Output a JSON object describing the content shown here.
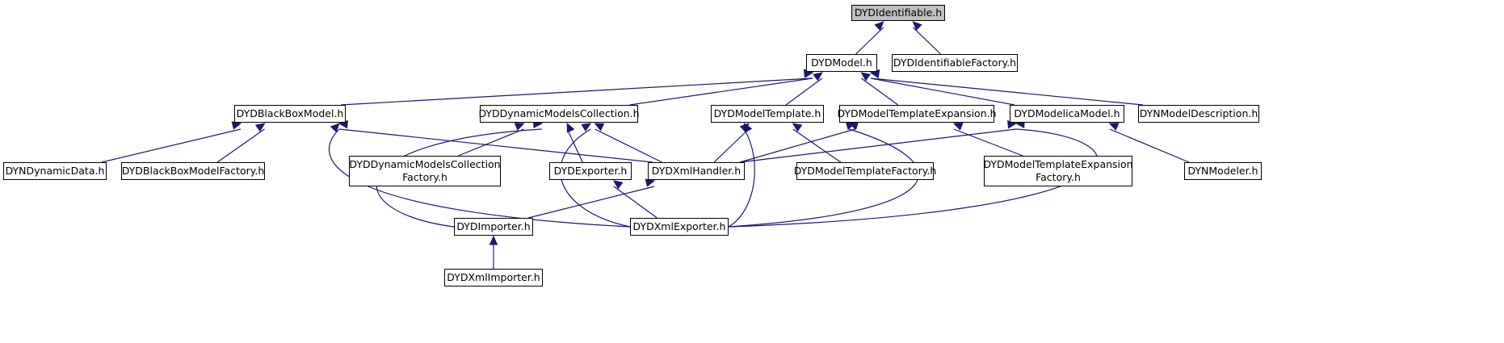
{
  "diagram": {
    "type": "include-dependency-graph",
    "colors": {
      "edge": "#191970",
      "node_border": "#000000",
      "root_fill": "#bfbfbf",
      "node_fill": "#ffffff"
    },
    "nodes": [
      {
        "id": "identifiable",
        "label": "DYDIdentifiable.h",
        "root": true
      },
      {
        "id": "model",
        "label": "DYDModel.h"
      },
      {
        "id": "idfactory",
        "label": "DYDIdentifiableFactory.h"
      },
      {
        "id": "blackbox",
        "label": "DYDBlackBoxModel.h"
      },
      {
        "id": "dynmodcoll",
        "label": "DYDDynamicModelsCollection.h"
      },
      {
        "id": "modeltemplate",
        "label": "DYDModelTemplate.h"
      },
      {
        "id": "mtexpansion",
        "label": "DYDModelTemplateExpansion.h"
      },
      {
        "id": "modelica",
        "label": "DYDModelicaModel.h"
      },
      {
        "id": "dynmodeldesc",
        "label": "DYNModelDescription.h"
      },
      {
        "id": "dyndata",
        "label": "DYNDynamicData.h"
      },
      {
        "id": "bbfactory",
        "label": "DYDBlackBoxModelFactory.h"
      },
      {
        "id": "dmcfactory",
        "label": "DYDDynamicModelsCollection\nFactory.h"
      },
      {
        "id": "exporter",
        "label": "DYDExporter.h"
      },
      {
        "id": "xmlhandler",
        "label": "DYDXmlHandler.h"
      },
      {
        "id": "mtfactory",
        "label": "DYDModelTemplateFactory.h"
      },
      {
        "id": "mtefactory",
        "label": "DYDModelTemplateExpansion\nFactory.h"
      },
      {
        "id": "dynmodeler",
        "label": "DYNModeler.h"
      },
      {
        "id": "importer",
        "label": "DYDImporter.h"
      },
      {
        "id": "xmlexporter",
        "label": "DYDXmlExporter.h"
      },
      {
        "id": "xmlimporter",
        "label": "DYDXmlImporter.h"
      }
    ],
    "edges": [
      {
        "from": "model",
        "to": "identifiable"
      },
      {
        "from": "idfactory",
        "to": "identifiable"
      },
      {
        "from": "blackbox",
        "to": "model"
      },
      {
        "from": "dynmodcoll",
        "to": "model"
      },
      {
        "from": "modeltemplate",
        "to": "model"
      },
      {
        "from": "mtexpansion",
        "to": "model"
      },
      {
        "from": "modelica",
        "to": "model"
      },
      {
        "from": "dynmodeldesc",
        "to": "model"
      },
      {
        "from": "dyndata",
        "to": "blackbox"
      },
      {
        "from": "bbfactory",
        "to": "blackbox"
      },
      {
        "from": "xmlhandler",
        "to": "blackbox"
      },
      {
        "from": "xmlexporter",
        "to": "blackbox"
      },
      {
        "from": "dmcfactory",
        "to": "dynmodcoll"
      },
      {
        "from": "exporter",
        "to": "dynmodcoll"
      },
      {
        "from": "xmlhandler",
        "to": "dynmodcoll"
      },
      {
        "from": "xmlexporter",
        "to": "dynmodcoll"
      },
      {
        "from": "importer",
        "to": "dynmodcoll"
      },
      {
        "from": "xmlhandler",
        "to": "modeltemplate"
      },
      {
        "from": "mtfactory",
        "to": "modeltemplate"
      },
      {
        "from": "xmlexporter",
        "to": "modeltemplate"
      },
      {
        "from": "xmlhandler",
        "to": "mtexpansion"
      },
      {
        "from": "mtefactory",
        "to": "mtexpansion"
      },
      {
        "from": "xmlexporter",
        "to": "mtexpansion"
      },
      {
        "from": "xmlhandler",
        "to": "modelica"
      },
      {
        "from": "dynmodeler",
        "to": "modelica"
      },
      {
        "from": "xmlexporter",
        "to": "modelica"
      },
      {
        "from": "xmlexporter",
        "to": "exporter"
      },
      {
        "from": "importer",
        "to": "xmlhandler"
      },
      {
        "from": "xmlimporter",
        "to": "importer"
      }
    ]
  }
}
